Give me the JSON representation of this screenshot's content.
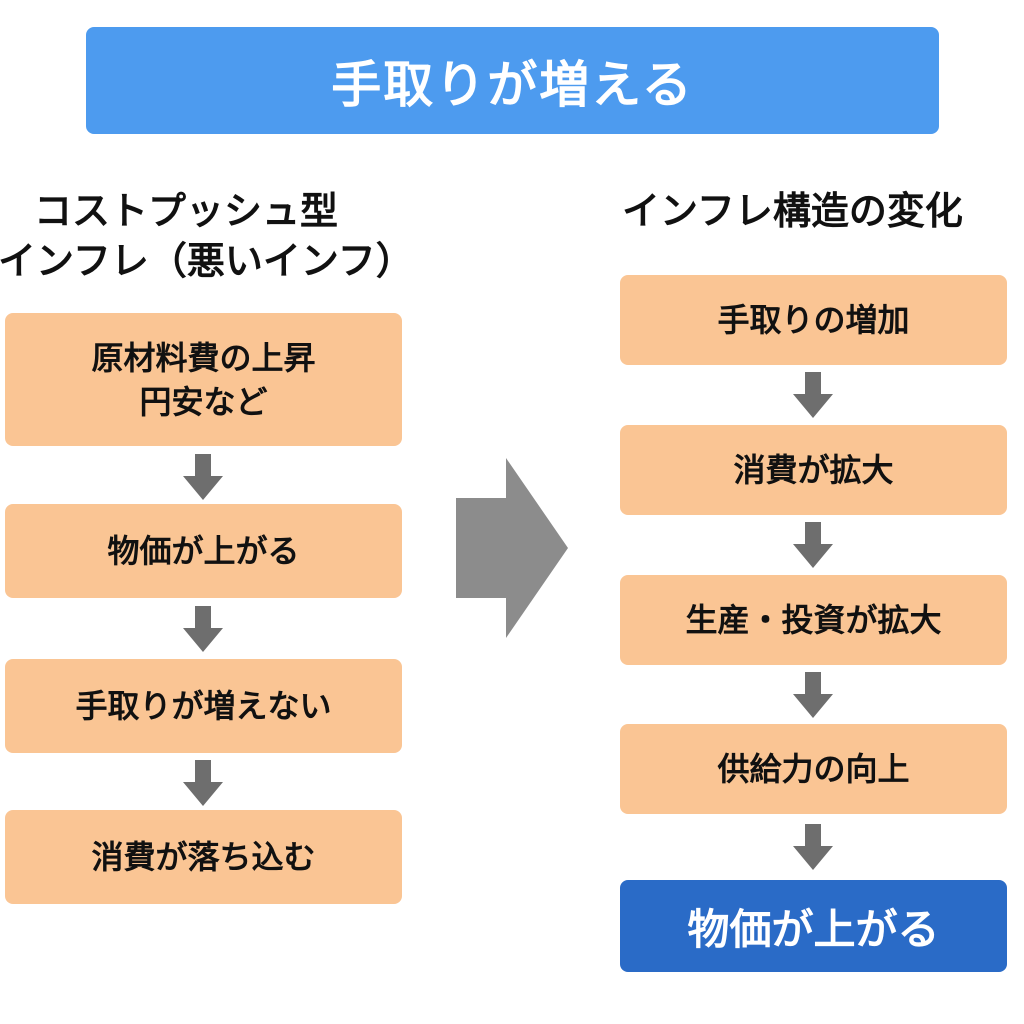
{
  "banner": {
    "title": "手取りが増える"
  },
  "left_column": {
    "title_line1": "コストプッシュ型",
    "title_line2": "インフレ（悪いインフ）",
    "steps": [
      {
        "line1": "原材料費の上昇",
        "line2": "円安など"
      },
      {
        "line1": "物価が上がる"
      },
      {
        "line1": "手取りが増えない"
      },
      {
        "line1": "消費が落ち込む"
      }
    ]
  },
  "right_column": {
    "title": "インフレ構造の変化",
    "steps": [
      {
        "label": "手取りの増加"
      },
      {
        "label": "消費が拡大"
      },
      {
        "label": "生産・投資が拡大"
      },
      {
        "label": "供給力の向上"
      },
      {
        "label": "物価が上がる"
      }
    ]
  },
  "colors": {
    "banner": "#4d9bef",
    "step_box": "#fac594",
    "final_box": "#2a6bc7",
    "arrow": "#6e6e6e",
    "big_arrow": "#8c8c8c"
  }
}
